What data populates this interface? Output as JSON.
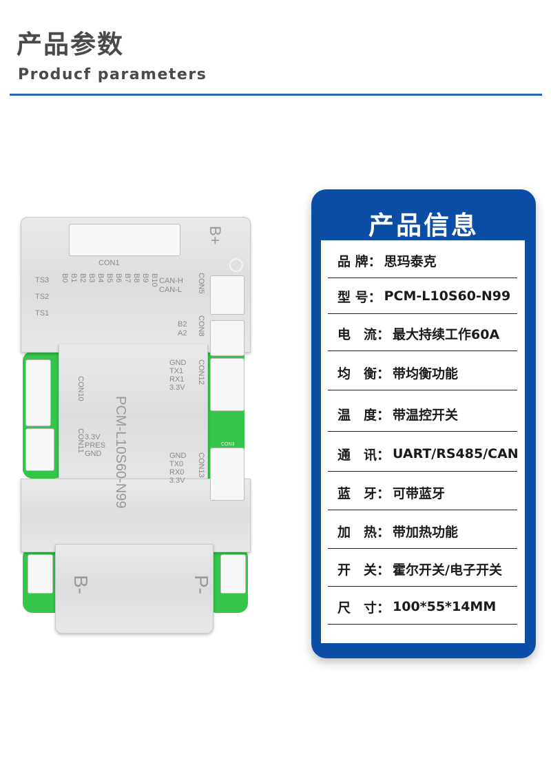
{
  "header": {
    "title_cn": "产品参数",
    "title_en": "Producf parameters"
  },
  "board": {
    "model_print": "PCM-L10S60-N99",
    "b_plus": "B+",
    "b_minus": "B-",
    "p_minus": "P-",
    "con1": "CON1",
    "con5": "CON5",
    "con8": "CON8",
    "con10": "CON10",
    "con11": "CON11",
    "con12": "CON12",
    "con13": "CON13",
    "ts3": "TS3",
    "ts2": "TS2",
    "ts1": "TS1",
    "cells": [
      "B0",
      "B1",
      "B2",
      "B3",
      "B4",
      "B5",
      "B6",
      "B7",
      "B8",
      "B9",
      "B10"
    ],
    "can_h": "CAN-H",
    "can_l": "CAN-L",
    "b2": "B2",
    "a2": "A2",
    "con12_pins": [
      "GND",
      "TX1",
      "RX1",
      "3.3V"
    ],
    "con13_pins": [
      "GND",
      "TX0",
      "RX0",
      "3.3V"
    ],
    "con11_pins": [
      "3.3V",
      "PRES",
      "GND"
    ],
    "silk_con3": "CON3"
  },
  "card": {
    "title": "产品信息",
    "rows": [
      {
        "key": "品 牌：",
        "value": "思玛泰克"
      },
      {
        "key": "型 号：",
        "value": "PCM-L10S60-N99"
      },
      {
        "key": "电　流：",
        "value": "最大持续工作60A"
      },
      {
        "key": "均　衡：",
        "value": "带均衡功能"
      },
      {
        "key": "温　度：",
        "value": "带温控开关"
      },
      {
        "key": "通　讯：",
        "value": "UART/RS485/CAN"
      },
      {
        "key": "蓝　牙：",
        "value": " 可带蓝牙"
      },
      {
        "key": "加　热：",
        "value": "带加热功能"
      },
      {
        "key": "开　关：",
        "value": "霍尔开关/电子开关"
      },
      {
        "key": "尺　寸：",
        "value": "100*55*14MM"
      }
    ]
  },
  "colors": {
    "accent_blue": "#0c4ea6",
    "rule_blue": "#2a64b4",
    "pcb_green": "#35c54a"
  }
}
